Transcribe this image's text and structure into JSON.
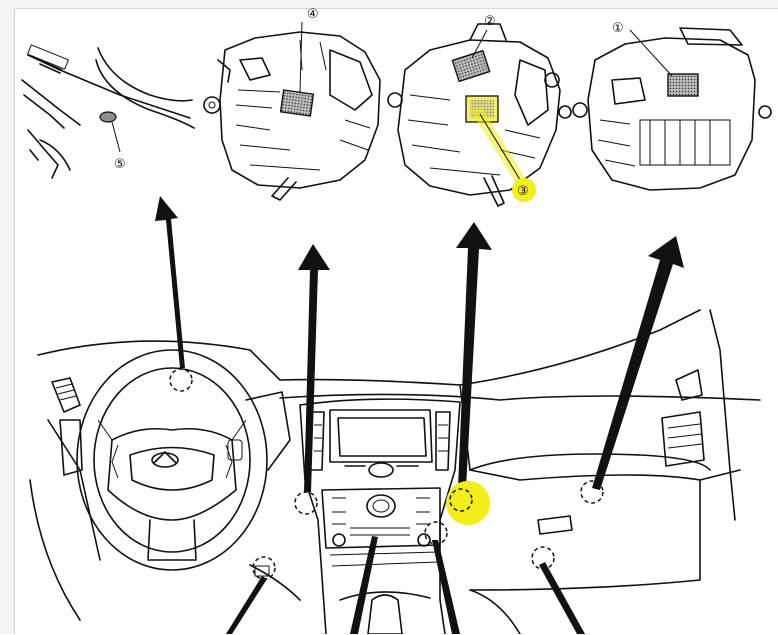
{
  "callouts": [
    {
      "id": "c1",
      "label": "①"
    },
    {
      "id": "c2",
      "label": "②"
    },
    {
      "id": "c3",
      "label": "③"
    },
    {
      "id": "c4",
      "label": "④"
    },
    {
      "id": "c5",
      "label": "⑤"
    }
  ],
  "colors": {
    "line": "#111111",
    "highlight": "#f2ee1a",
    "sensor_fill": "#8f8f8f",
    "page_bg": "#ffffff"
  },
  "icons": {
    "brand_emblem": "infiniti-logo-icon"
  }
}
